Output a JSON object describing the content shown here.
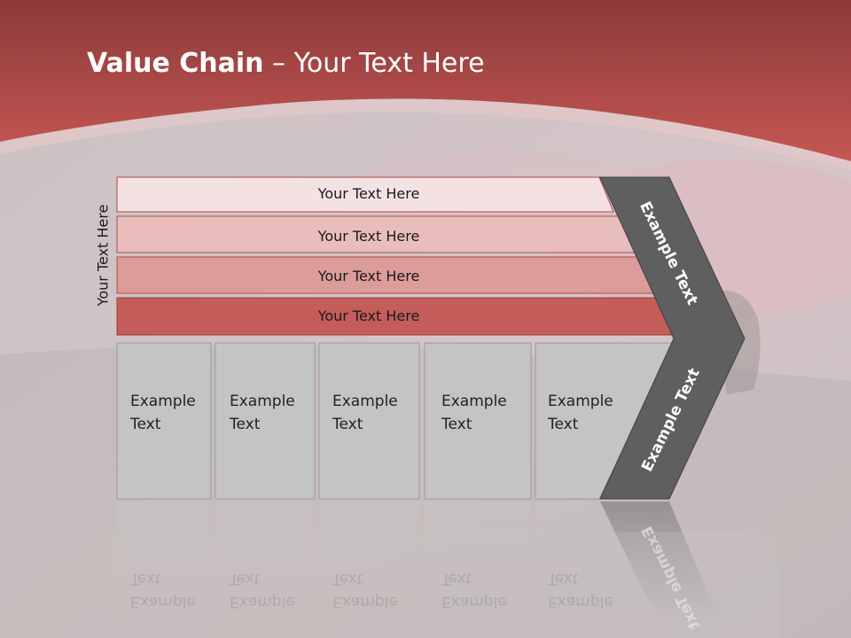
{
  "title": {
    "bold": "Value Chain",
    "rest": " – Your Text Here"
  },
  "side_label": "Your Text Here",
  "support_rows": [
    {
      "label": "Your Text Here",
      "color": "#f4e2e2"
    },
    {
      "label": "Your Text Here",
      "color": "#e8bdbb"
    },
    {
      "label": "Your Text Here",
      "color": "#dc9c99"
    },
    {
      "label": "Your Text Here",
      "color": "#c45d59"
    }
  ],
  "primary_boxes": [
    {
      "line1": "Example",
      "line2": "Text"
    },
    {
      "line1": "Example",
      "line2": "Text"
    },
    {
      "line1": "Example",
      "line2": "Text"
    },
    {
      "line1": "Example",
      "line2": "Text"
    },
    {
      "line1": "Example",
      "line2": "Text"
    }
  ],
  "chevron": {
    "upper_label": "Example Text",
    "lower_label": "Example Text"
  },
  "colors": {
    "header_red": "#b9514f",
    "chevron_gray": "#5f5f5f",
    "box_gray": "#c4c4c4",
    "background": "#c9c4c4"
  }
}
